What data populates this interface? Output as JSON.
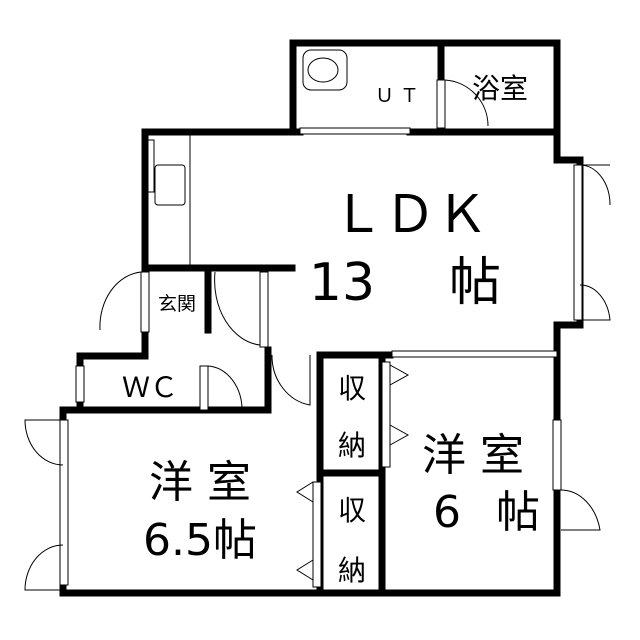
{
  "rooms": {
    "ut": "Ｕ Ｔ",
    "bath": "浴室",
    "ldk_name": "ＬＤＫ",
    "ldk_size_num": "13",
    "ldk_size_unit": "帖",
    "entrance": "玄関",
    "wc": "ＷＣ",
    "western_left_name": "洋 室",
    "western_left_size": "6.5帖",
    "storage_1a": "収",
    "storage_1b": "納",
    "storage_2a": "収",
    "storage_2b": "納",
    "western_right_name": "洋 室",
    "western_right_num": "6",
    "western_right_unit": "帖"
  }
}
